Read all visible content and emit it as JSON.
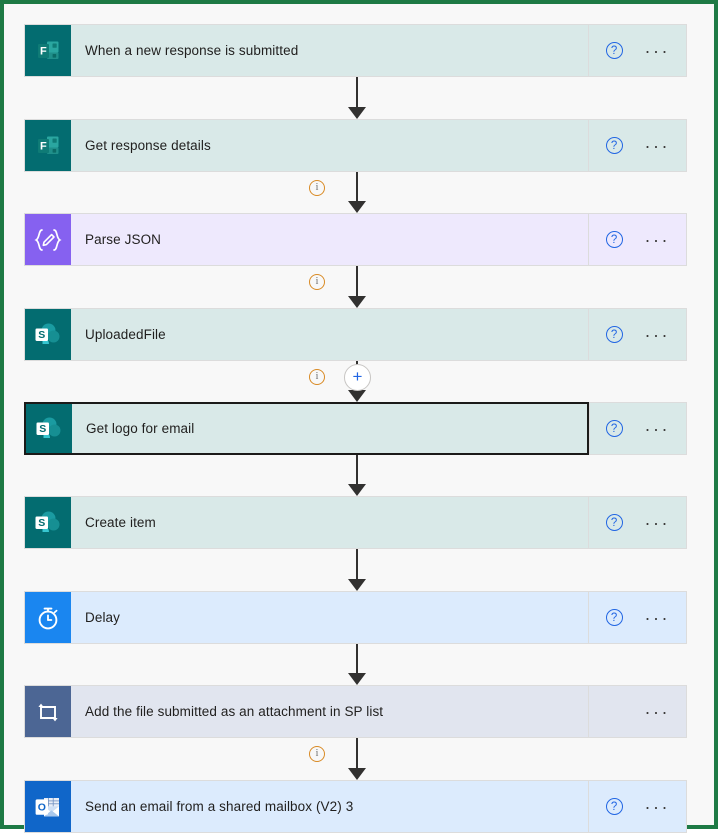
{
  "app": {
    "name": "Power Automate flow designer",
    "frame_color": "#1e7a45",
    "canvas_color": "#f8f8f8"
  },
  "palette": {
    "card_teal_bg": "#d9e9e8",
    "card_teal_tile": "#036c70",
    "card_purple_bg": "#eee9fd",
    "card_purple_tile": "#8661f0",
    "card_blue_bg": "#dcebfd",
    "card_blue_tile": "#1a86f0",
    "card_slate_bg": "#e1e5ef",
    "card_slate_tile": "#4c6694",
    "card_outlook_tile": "#1066c9",
    "connector": "#323130",
    "help_blue": "#2266e3",
    "info_orange": "#d98b26",
    "selection_border": "#1b1a19"
  },
  "steps": [
    {
      "id": "when-a-new-response-is-submitted",
      "label": "When a new response is submitted",
      "icon": "microsoft-forms-icon",
      "theme": "teal",
      "has_help": true,
      "has_menu": true,
      "selected": false
    },
    {
      "id": "get-response-details",
      "label": "Get response details",
      "icon": "microsoft-forms-icon",
      "theme": "teal",
      "has_help": true,
      "has_menu": true,
      "selected": false
    },
    {
      "id": "parse-json",
      "label": "Parse JSON",
      "icon": "parse-json-icon",
      "theme": "purple",
      "has_help": true,
      "has_menu": true,
      "selected": false
    },
    {
      "id": "uploadedfile",
      "label": "UploadedFile",
      "icon": "sharepoint-icon",
      "theme": "teal",
      "has_help": true,
      "has_menu": true,
      "selected": false
    },
    {
      "id": "get-logo-for-email",
      "label": "Get logo for email",
      "icon": "sharepoint-icon",
      "theme": "teal",
      "has_help": true,
      "has_menu": true,
      "selected": true
    },
    {
      "id": "create-item",
      "label": "Create item",
      "icon": "sharepoint-icon",
      "theme": "teal",
      "has_help": true,
      "has_menu": true,
      "selected": false
    },
    {
      "id": "delay",
      "label": "Delay",
      "icon": "stopwatch-icon",
      "theme": "blue",
      "has_help": true,
      "has_menu": true,
      "selected": false
    },
    {
      "id": "add-the-file-submitted-as-an-attachment-in-sp-list",
      "label": "Add the file submitted as an attachment in SP list",
      "icon": "scope-loop-icon",
      "theme": "slate",
      "has_help": false,
      "has_menu": true,
      "selected": false
    },
    {
      "id": "send-an-email-from-a-shared-mailbox-v2-3",
      "label": "Send an email from a shared mailbox (V2) 3",
      "icon": "outlook-icon",
      "theme": "outlook",
      "has_help": true,
      "has_menu": true,
      "selected": false
    }
  ],
  "connectors": [
    {
      "from": "when-a-new-response-is-submitted",
      "to": "get-response-details",
      "has_info": false,
      "has_add_button": false
    },
    {
      "from": "get-response-details",
      "to": "parse-json",
      "has_info": true,
      "has_add_button": false
    },
    {
      "from": "parse-json",
      "to": "uploadedfile",
      "has_info": true,
      "has_add_button": false
    },
    {
      "from": "uploadedfile",
      "to": "get-logo-for-email",
      "has_info": true,
      "has_add_button": true
    },
    {
      "from": "get-logo-for-email",
      "to": "create-item",
      "has_info": false,
      "has_add_button": false
    },
    {
      "from": "create-item",
      "to": "delay",
      "has_info": false,
      "has_add_button": false
    },
    {
      "from": "delay",
      "to": "add-the-file-submitted-as-an-attachment-in-sp-list",
      "has_info": false,
      "has_add_button": false
    },
    {
      "from": "add-the-file-submitted-as-an-attachment-in-sp-list",
      "to": "send-an-email-from-a-shared-mailbox-v2-3",
      "has_info": true,
      "has_add_button": false
    }
  ],
  "controls": {
    "help_label": "?",
    "menu_label": "···",
    "info_label": "i",
    "add_label": "+"
  }
}
